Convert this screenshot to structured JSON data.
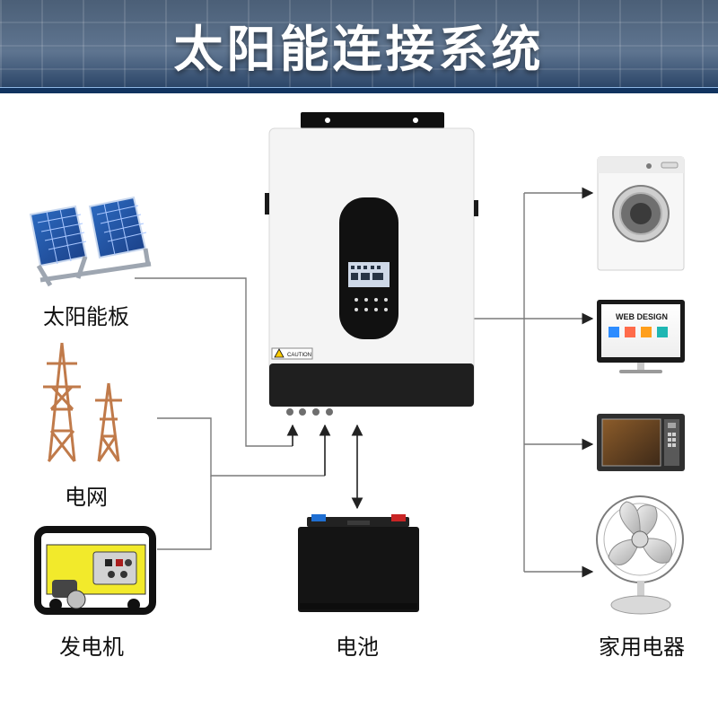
{
  "title": "太阳能连接系统",
  "inputs": {
    "solar_panel": "太阳能板",
    "grid": "电网",
    "generator": "发电机"
  },
  "center": {
    "battery": "电池"
  },
  "outputs": {
    "appliances": "家用电器",
    "screen_text": "WEB DESIGN"
  },
  "device": {
    "warning_label": "CAUTION"
  },
  "colors": {
    "banner": "#4b5f77",
    "accent": "#2d6dc4",
    "device_body": "#f4f4f4",
    "device_bottom": "#1f1f1f",
    "line": "#7a7a7a",
    "arrow": "#222222",
    "generator_yellow": "#f2ea2b",
    "tower_color": "#c07a4a"
  },
  "icons": {
    "solar_panel": "solar-panel-icon",
    "grid": "power-tower-icon",
    "generator": "generator-icon",
    "battery": "battery-icon",
    "washer": "washing-machine-icon",
    "monitor": "monitor-icon",
    "microwave": "microwave-icon",
    "fan": "fan-icon",
    "inverter": "inverter-icon"
  }
}
